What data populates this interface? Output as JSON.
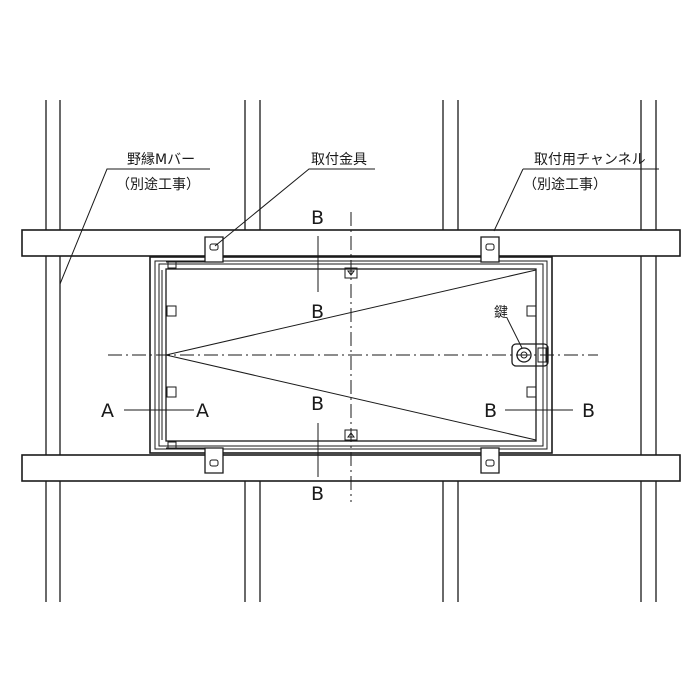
{
  "labels": {
    "m_bar": "野縁Mバー",
    "m_bar_note": "（別途工事）",
    "bracket": "取付金具",
    "channel": "取付用チャンネル",
    "channel_note": "（別途工事）",
    "key": "鍵"
  },
  "sections": {
    "a": "A",
    "b": "B"
  }
}
